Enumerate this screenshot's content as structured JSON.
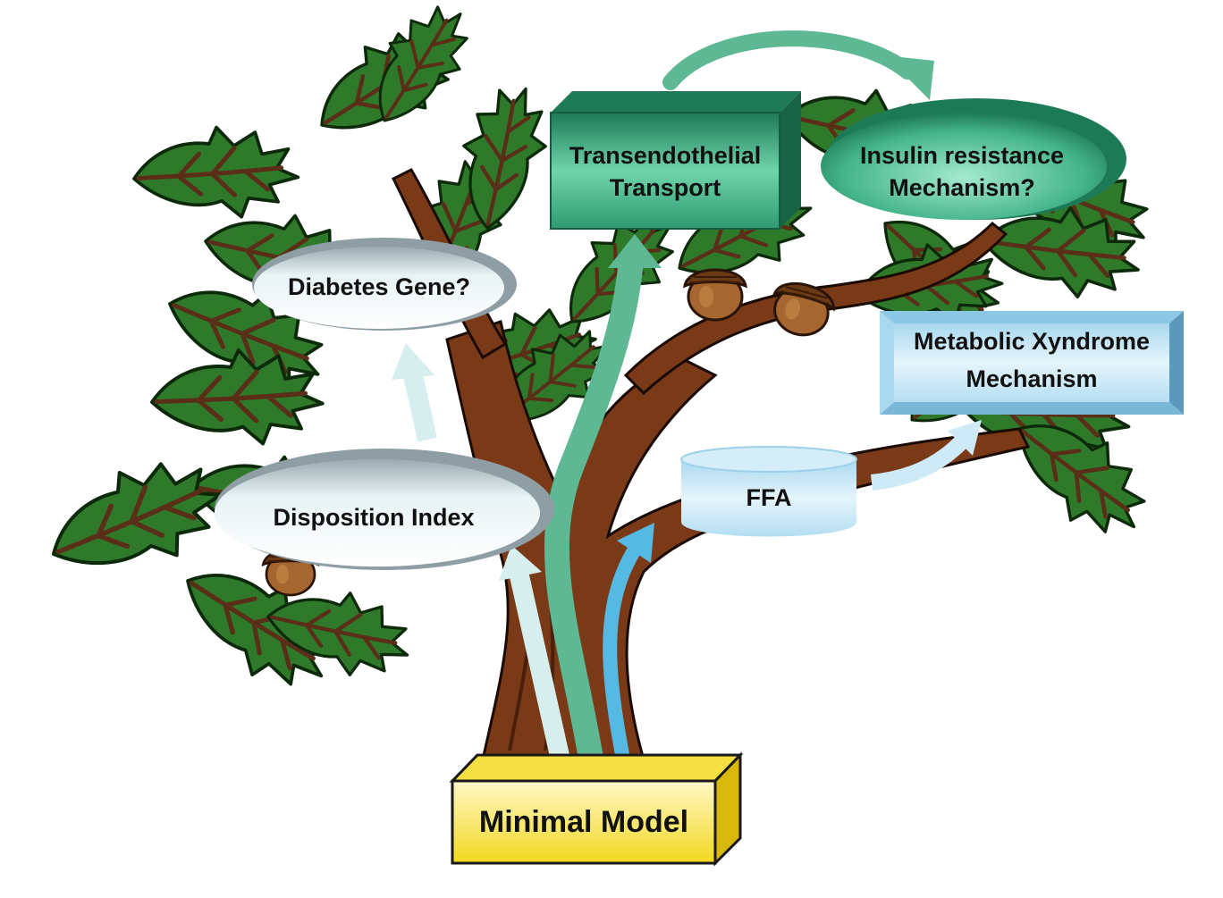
{
  "nodes": {
    "minimal_model": {
      "label": "Minimal Model"
    },
    "disposition_index": {
      "label": "Disposition Index"
    },
    "diabetes_gene": {
      "label": "Diabetes Gene?"
    },
    "transendothelial": {
      "line1": "Transendothelial",
      "line2": "Transport"
    },
    "insulin_resistance": {
      "line1": "Insulin resistance",
      "line2": "Mechanism?"
    },
    "metabolic_syndrome": {
      "line1": "Metabolic Xyndrome",
      "line2": "Mechanism"
    },
    "ffa": {
      "label": "FFA"
    }
  },
  "colors": {
    "leaf": "#2f7a2a",
    "leaf_light": "#4a9a3c",
    "vein": "#5a2e17",
    "trunk": "#7a3a18",
    "acorn": "#a5672f",
    "teal": "#3aa57f",
    "teal_arrow": "#5fb894",
    "pale_arrow": "#d6eeee",
    "sky_arrow": "#56b9e3",
    "ice": "#bfe2f4",
    "gold": "#f2d51e"
  },
  "icons": [
    "oak-tree-illustration",
    "acorn-icon"
  ]
}
